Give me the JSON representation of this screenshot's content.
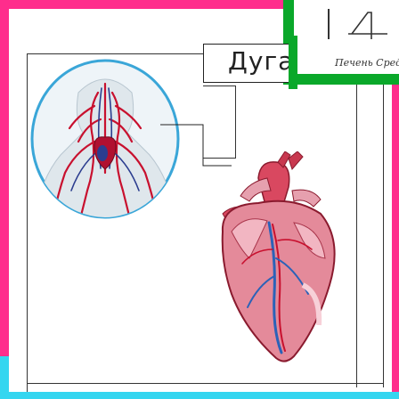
{
  "title_fragment": "Дуга",
  "handwritten_note": "Печень Средин",
  "colors": {
    "frame": "#ff2d8c",
    "corner": "#0aa82a",
    "strip": "#34d6f0",
    "circle_stroke": "#3aa6d8",
    "vessel": "#c8102e",
    "heart": "#e48a9a"
  },
  "illustrations": [
    "circulatory-system-circle",
    "heart-illustration"
  ]
}
